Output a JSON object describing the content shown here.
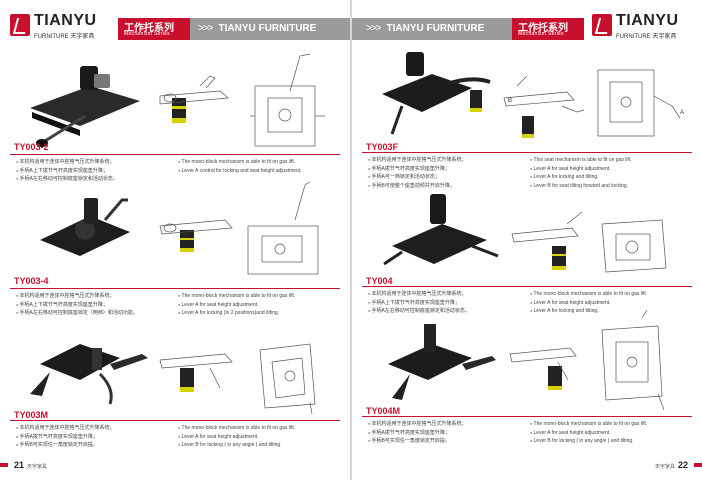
{
  "brand": {
    "logo_word": "TIANYU",
    "logo_sub": "FURNITURE 天宇家具",
    "series_cn": "工作托系列",
    "series_en": "Mechanism Series",
    "brand_line": "TIANYU FURNITURE",
    "arrows": ">>>",
    "foot_brand": "天宇家具"
  },
  "left": {
    "page_number": "21",
    "products": [
      {
        "model": "TY003-2",
        "cn": [
          "本机构适用于连体中腔格气压式升降系统；",
          "手柄A上下拨节气杆高度实现座垫升降；",
          "手柄A左右移动可控制底座锁定和活动状态。"
        ],
        "en": [
          "The mono-block mechanism is able to fit on gas lift.",
          "Lever A control for locking and seat height adjustment."
        ]
      },
      {
        "model": "TY003-4",
        "cn": [
          "本机构适用于连体中腔格气压式升降系统；",
          "手柄A上下拨节气杆高度实现座垫升降；",
          "手柄A左右移动可控制底座锁定（两档）和活动功能。"
        ],
        "en": [
          "The mono-block mechanism is able to fit on gas lift.",
          "Lever A for seat height adjustment.",
          "Lever A for locking (in 2 positions)and tilting."
        ]
      },
      {
        "model": "TY003M",
        "cn": [
          "本机构适用于连体中腔格气压式升降系统；",
          "手柄A拨节气杆高度实现座垫升降；",
          "手柄B可实现任一角度锁定开启提。"
        ],
        "en": [
          "The mono-block mechanism is able to fit on gas lift.",
          "Lever A for seat height adjustment.",
          "Lever B for locking ( in any angle ) and tilting."
        ]
      }
    ]
  },
  "right": {
    "page_number": "22",
    "products": [
      {
        "model": "TY003F",
        "cn": [
          "本机构适用于连体中腔格气压式升降系统；",
          "手柄A拨节气杆高度实现座垫升降；",
          "手柄A可一档锁定和活动状态；",
          "手柄B可使整个座垫前倾并开启升降。"
        ],
        "en": [
          "This seat mechanism is able to fit on gas lift.",
          "Lever A for seat height adjustment.",
          "Lever A for locking and tilting.",
          "Lever B for seat tilting forward and locking."
        ]
      },
      {
        "model": "TY004",
        "cn": [
          "本机构适用于连体中腔格气压式升降系统；",
          "手柄A上下拨节气杆高度实现座垫升降；",
          "手柄A左右移动可控制底座锁定和活动状态。"
        ],
        "en": [
          "The mono-block mechanism is able to fit on gas lift.",
          "Lever A for seat height adjustment.",
          "Lever A for locking and tilting."
        ]
      },
      {
        "model": "TY004M",
        "cn": [
          "本机构适用于连体中腔格气压式升降系统；",
          "手柄A拨节气杆高度实现座垫升降；",
          "手柄B可实现任一角度锁定开启提。"
        ],
        "en": [
          "The mono-block mechanism is able to fit on gas lift.",
          "Lever A for seat height adjustment.",
          "Lever B for locking ( in any angle ) and tilting."
        ]
      }
    ]
  },
  "labels": {
    "lever_a": "A",
    "lever_b": "B"
  }
}
